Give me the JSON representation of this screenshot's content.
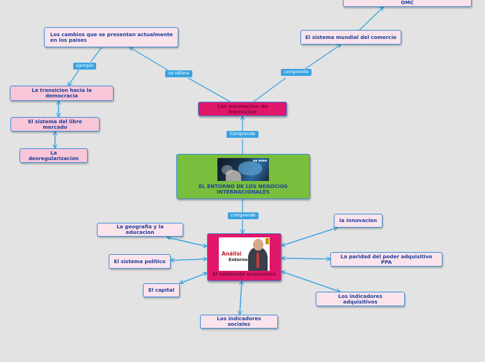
{
  "central": {
    "title": "EL ENTORNO DE LOS NEGOCIOS INTERNACIONALES",
    "image_icon": "world-map-photo-icon"
  },
  "branch_up": {
    "label": "Comprende",
    "node": "Los escenarios de transicion",
    "link_left": "se refiere",
    "link_right": "comprende",
    "left_node": "Los cambios que se presentan actualmente en los paises",
    "link_example": "ejemplo",
    "chain": [
      "La transicion hacia la democracia",
      "El sistema del libre mercado",
      "La desregularizacion"
    ],
    "right_node": "El sistema mundial del comercio",
    "right_top_node": "La organizacion mundial del comercio OMC"
  },
  "branch_down": {
    "label": "comprende",
    "node": "El ambiente economico",
    "image_text_1": "Análisi",
    "image_text_2": "Entorno",
    "image_icon": "businessman-photo-icon",
    "left": [
      "La geografia y la educacion",
      "El sistema politico",
      "El capital"
    ],
    "bottom": "Los indicadores sociales",
    "right": [
      "la Innovacion",
      "La paridad del poder adquisitivo PPA",
      "Los indicadores adquisitivos"
    ]
  },
  "colors": {
    "background": "#e3e3e3",
    "link": "#3aa3e2",
    "central": "#79be3c",
    "primary": "#e0176a",
    "node": "#f9c6d9",
    "text": "#1f3f9a"
  }
}
